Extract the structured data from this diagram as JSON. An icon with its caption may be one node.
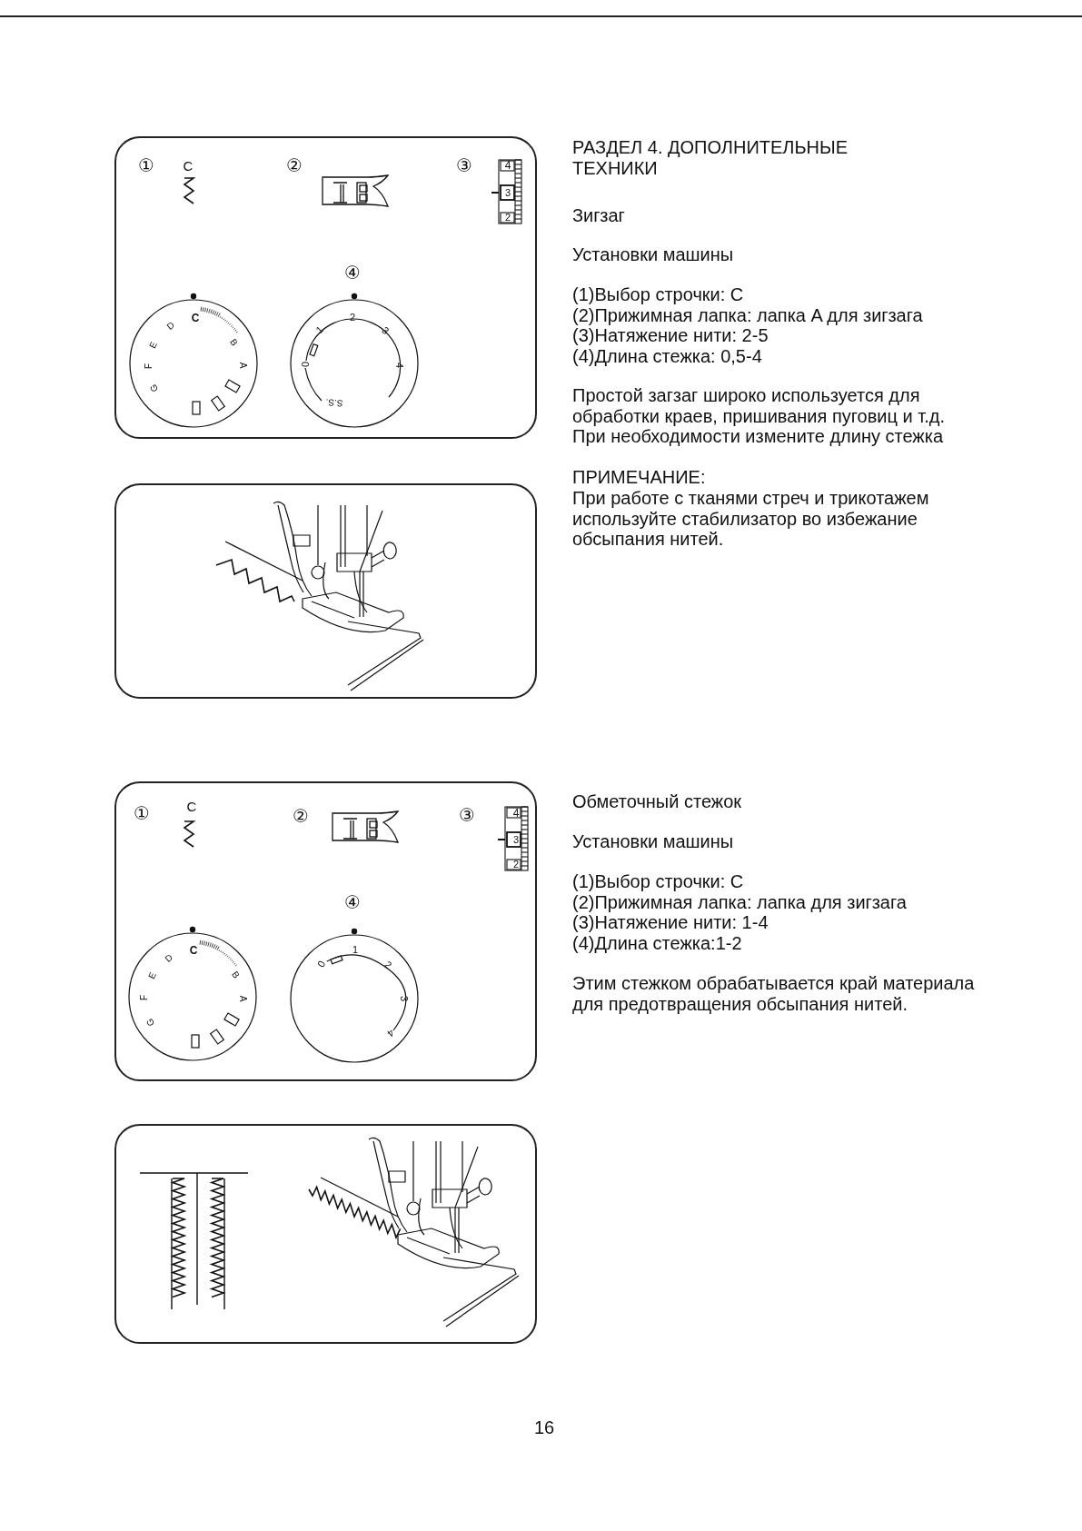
{
  "diagram": {
    "title": "РАЗДЕЛ 4. ДОПОЛНИТЕЛЬНЫЕ ТЕХНИКИ",
    "nodes": [
      {
        "text": [
          "①",
          "C",
          "②",
          "③",
          "4",
          "3",
          "2",
          "④",
          "C",
          "B",
          "A",
          "D",
          "E",
          "F",
          "G",
          "0",
          "1",
          "2",
          "3",
          "4",
          "S.S."
        ]
      },
      {
        "text": [],
        "shape": "box"
      },
      {
        "text": [
          "①",
          "C",
          "②",
          "③",
          "4",
          "3",
          "2",
          "④",
          "C",
          "B",
          "A",
          "D",
          "E",
          "F",
          "G",
          "0",
          "1",
          "2",
          "3",
          "4"
        ]
      },
      {
        "text": [],
        "shape": "box"
      }
    ],
    "labels": [
      "Зигзаг",
      "Установки машины",
      "(1)Выбор строчки: C",
      "(2)Прижимная лапка: лапка A для зигзага",
      "(3)Натяжение нити: 2-5",
      "(4)Длина стежка: 0,5-4",
      "Простой загзаг широко используется для обработки краев, пришивания пуговиц и т.д. При необходимости измените длину стежка",
      "ПРИМЕЧАНИЕ:",
      "При работе с тканями стреч и трикотажем используйте стабилизатор во избежание обсыпания нитей.",
      "Обметочный стежок",
      "Установки машины",
      "(1)Выбор строчки: C",
      "(2)Прижимная лапка: лапка для зигзага",
      "(3)Натяжение нити: 1-4",
      "(4)Длина стежка:1-2",
      "Этим стежком обрабатывается край материала для предотвращения обсыпания нитей.",
      "16"
    ]
  }
}
